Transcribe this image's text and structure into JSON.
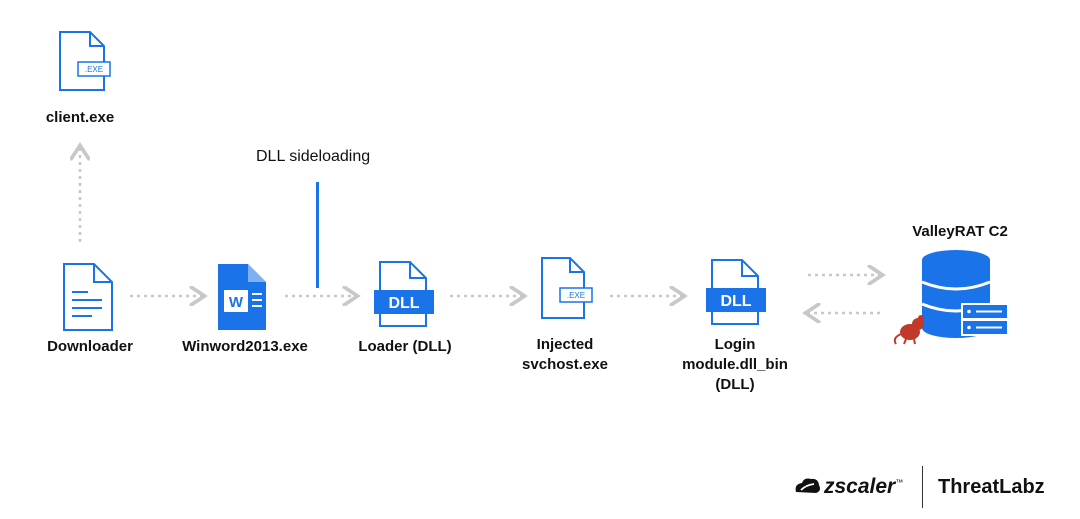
{
  "nodes": {
    "client": {
      "label": "client.exe",
      "tag": ".EXE",
      "icon": "exe-file-icon"
    },
    "downloader": {
      "label": "Downloader",
      "icon": "document-file-icon"
    },
    "winword": {
      "label": "Winword2013.exe",
      "tag": "W",
      "icon": "word-file-icon"
    },
    "loader": {
      "label": "Loader (DLL)",
      "tag": "DLL",
      "icon": "dll-file-icon"
    },
    "injected": {
      "label_line1": "Injected",
      "label_line2": "svchost.exe",
      "tag": ".EXE",
      "icon": "exe-file-icon"
    },
    "login": {
      "label_line1": "Login",
      "label_line2": "module.dll_bin",
      "label_line3": "(DLL)",
      "tag": "DLL",
      "icon": "dll-file-icon"
    },
    "c2": {
      "label": "ValleyRAT C2",
      "icon": "database-server-icon",
      "rat_icon": "rat-icon"
    }
  },
  "annotation": {
    "text": "DLL sideloading"
  },
  "branding": {
    "company": "zscaler",
    "trademark": "™",
    "product": "ThreatLabz"
  },
  "colors": {
    "accent": "#1a73e8",
    "arrow": "#c8c8c8",
    "rat": "#c0392b",
    "text": "#111111"
  }
}
